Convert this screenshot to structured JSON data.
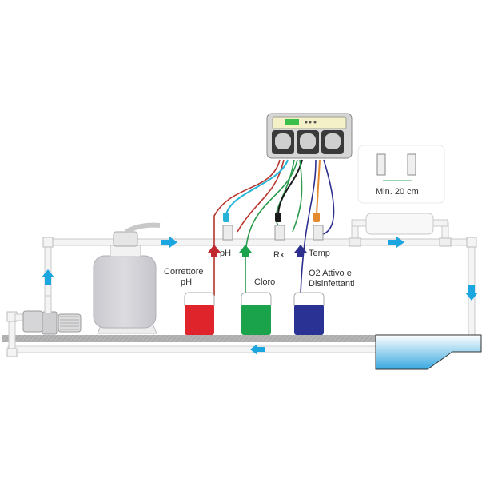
{
  "labels": {
    "probe_ph": "pH",
    "probe_rx": "Rx",
    "probe_temp": "Temp",
    "tank_red_line1": "Correttore",
    "tank_red_line2": "pH",
    "tank_green": "Cloro",
    "tank_blue_line1": "O2 Attivo e",
    "tank_blue_line2": "Disinfettanti",
    "inset_distance": "Min. 20 cm"
  },
  "colors": {
    "flow_arrow": "#1ba6e0",
    "tank_red": "#e0242b",
    "tank_green": "#1aa34a",
    "tank_blue": "#2a3393",
    "cable_red": "#b8342c",
    "cable_cyan": "#25b4d8",
    "cable_green": "#2a9a4c",
    "cable_black": "#1a1a1a",
    "cable_blue": "#2d2f8f",
    "cable_orange": "#e38a2e",
    "display": "#3bbf4a",
    "pipe": "#f2f2f2",
    "floor": "#b4b4b4"
  }
}
